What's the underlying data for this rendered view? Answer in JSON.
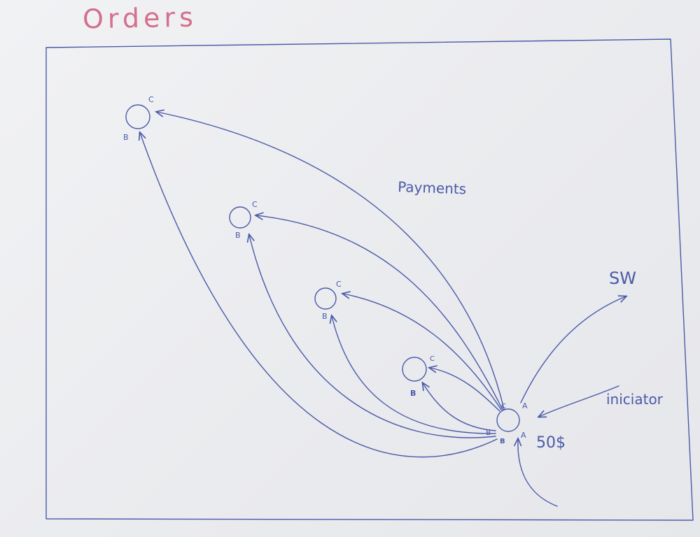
{
  "title": "Orders",
  "labels": {
    "payments": "Payments",
    "sw": "SW",
    "iniciator": "iniciator",
    "amount": "50$"
  },
  "node_labels": {
    "node1_c": "C",
    "node1_b": "B",
    "node2_c": "C",
    "node2_b": "B",
    "node3_c": "C",
    "node3_b": "B",
    "node4_c": "C",
    "node4_b": "B",
    "main_c": "C",
    "main_a_top": "A",
    "main_b": "B",
    "main_b_below": "B",
    "main_a_bottom": "A"
  },
  "colors": {
    "ink": "#4a5aa8",
    "title": "#d4708c",
    "paper": "#eceef1"
  }
}
